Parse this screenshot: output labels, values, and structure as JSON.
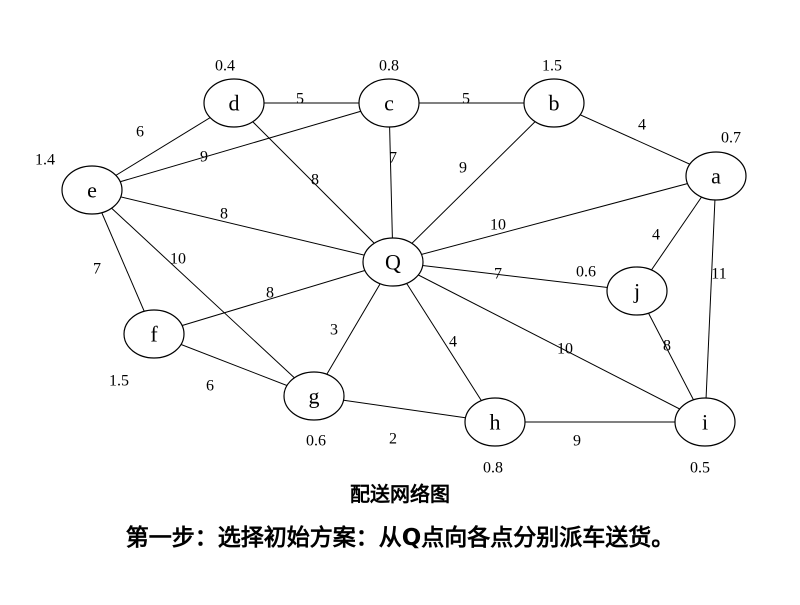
{
  "nodes": [
    {
      "id": "Q",
      "label": "Q",
      "demand": ""
    },
    {
      "id": "a",
      "label": "a",
      "demand": "0.7"
    },
    {
      "id": "b",
      "label": "b",
      "demand": "1.5"
    },
    {
      "id": "c",
      "label": "c",
      "demand": "0.8"
    },
    {
      "id": "d",
      "label": "d",
      "demand": "0.4"
    },
    {
      "id": "e",
      "label": "e",
      "demand": "1.4"
    },
    {
      "id": "f",
      "label": "f",
      "demand": "1.5"
    },
    {
      "id": "g",
      "label": "g",
      "demand": "0.6"
    },
    {
      "id": "h",
      "label": "h",
      "demand": "0.8"
    },
    {
      "id": "i",
      "label": "i",
      "demand": "0.5"
    },
    {
      "id": "j",
      "label": "j",
      "demand": "0.6"
    }
  ],
  "edges": [
    {
      "from": "d",
      "to": "c",
      "weight": "5"
    },
    {
      "from": "c",
      "to": "b",
      "weight": "5"
    },
    {
      "from": "b",
      "to": "a",
      "weight": "4"
    },
    {
      "from": "e",
      "to": "d",
      "weight": "6"
    },
    {
      "from": "e",
      "to": "c",
      "weight": "9"
    },
    {
      "from": "d",
      "to": "Q",
      "weight": "8"
    },
    {
      "from": "c",
      "to": "Q",
      "weight": "7"
    },
    {
      "from": "b",
      "to": "Q",
      "weight": "9"
    },
    {
      "from": "e",
      "to": "Q",
      "weight": "8"
    },
    {
      "from": "a",
      "to": "Q",
      "weight": "10"
    },
    {
      "from": "a",
      "to": "j",
      "weight": "4"
    },
    {
      "from": "a",
      "to": "i",
      "weight": "11"
    },
    {
      "from": "e",
      "to": "f",
      "weight": "7"
    },
    {
      "from": "e",
      "to": "g",
      "weight": "10"
    },
    {
      "from": "f",
      "to": "Q",
      "weight": "8"
    },
    {
      "from": "Q",
      "to": "j",
      "weight": "7"
    },
    {
      "from": "Q",
      "to": "g",
      "weight": "3"
    },
    {
      "from": "Q",
      "to": "h",
      "weight": "4"
    },
    {
      "from": "Q",
      "to": "i",
      "weight": "10"
    },
    {
      "from": "j",
      "to": "i",
      "weight": "8"
    },
    {
      "from": "f",
      "to": "g",
      "weight": "6"
    },
    {
      "from": "g",
      "to": "h",
      "weight": "2"
    },
    {
      "from": "h",
      "to": "i",
      "weight": "9"
    }
  ],
  "caption": {
    "title": "配送网络图",
    "step": "第一步：选择初始方案：从Q点向各点分别派车送货。"
  }
}
